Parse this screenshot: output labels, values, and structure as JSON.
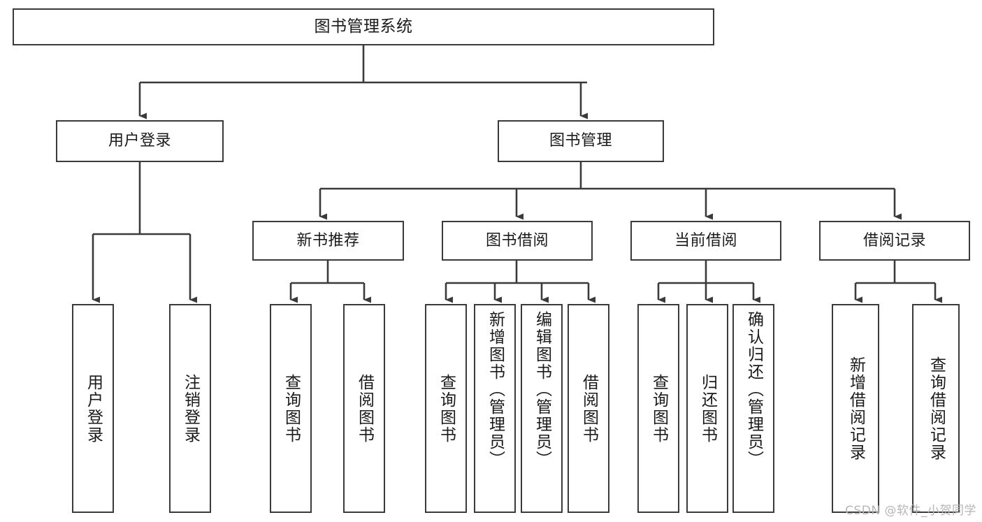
{
  "diagram": {
    "type": "hierarchy-tree",
    "title": "图书管理系统",
    "levels": {
      "root": {
        "label": "图书管理系统"
      },
      "level2": [
        {
          "id": "user-login",
          "label": "用户登录"
        },
        {
          "id": "book-management",
          "label": "图书管理"
        }
      ],
      "level3": [
        {
          "id": "new-book-recommend",
          "label": "新书推荐",
          "parent": "book-management"
        },
        {
          "id": "book-borrow",
          "label": "图书借阅",
          "parent": "book-management"
        },
        {
          "id": "current-borrow",
          "label": "当前借阅",
          "parent": "book-management"
        },
        {
          "id": "borrow-record",
          "label": "借阅记录",
          "parent": "book-management"
        }
      ],
      "leaves": [
        {
          "id": "leaf-user-login",
          "label": "用户登录",
          "parent": "user-login"
        },
        {
          "id": "leaf-logout-login",
          "label": "注销登录",
          "parent": "user-login"
        },
        {
          "id": "leaf-query-book-1",
          "label": "查询图书",
          "parent": "new-book-recommend"
        },
        {
          "id": "leaf-borrow-book-1",
          "label": "借阅图书",
          "parent": "new-book-recommend"
        },
        {
          "id": "leaf-query-book-2",
          "label": "查询图书",
          "parent": "book-borrow"
        },
        {
          "id": "leaf-add-book",
          "label": "新增图书（管理员）",
          "parent": "book-borrow"
        },
        {
          "id": "leaf-edit-book",
          "label": "编辑图书（管理员）",
          "parent": "book-borrow"
        },
        {
          "id": "leaf-borrow-book-2",
          "label": "借阅图书",
          "parent": "book-borrow"
        },
        {
          "id": "leaf-query-book-3",
          "label": "查询图书",
          "parent": "current-borrow"
        },
        {
          "id": "leaf-return-book",
          "label": "归还图书",
          "parent": "current-borrow"
        },
        {
          "id": "leaf-confirm-return",
          "label": "确认归还（管理员）",
          "parent": "current-borrow"
        },
        {
          "id": "leaf-add-record",
          "label": "新增借阅记录",
          "parent": "borrow-record"
        },
        {
          "id": "leaf-query-record",
          "label": "查询借阅记录",
          "parent": "borrow-record"
        }
      ]
    },
    "colors": {
      "border": "#3a3a3a",
      "text": "#1a1a1a",
      "background": "#ffffff",
      "connector": "#3a3a3a",
      "watermark": "#b6b6b6"
    }
  },
  "watermark": {
    "text": "CSDN @软件_小贺同学"
  }
}
